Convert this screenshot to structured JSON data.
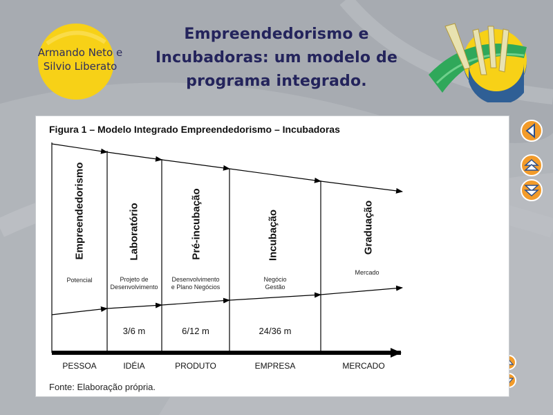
{
  "header": {
    "authors_line1": "Armando Neto e",
    "authors_line2": "Silvio Liberato",
    "title_line1": "Empreendedorismo e",
    "title_line2": "Incubadoras: um modelo de",
    "title_line3": "programa integrado."
  },
  "figure": {
    "title": "Figura 1 – Modelo Integrado Empreendedorismo – Incubadoras",
    "source": "Fonte: Elaboração própria.",
    "stages": [
      {
        "name": "Empreendedorismo",
        "detail_lines": [
          "Potencial"
        ],
        "duration": "",
        "axis": "PESSOA"
      },
      {
        "name": "Laboratório",
        "detail_lines": [
          "Projeto de",
          "Desenvolvimento"
        ],
        "duration": "3/6 m",
        "axis": "IDÉIA"
      },
      {
        "name": "Pré-incubação",
        "detail_lines": [
          "Desenvolvimento",
          "e Plano Negócios"
        ],
        "duration": "6/12 m",
        "axis": "PRODUTO"
      },
      {
        "name": "Incubação",
        "detail_lines": [
          "Negócio",
          "Gestão"
        ],
        "duration": "24/36 m",
        "axis": "EMPRESA"
      },
      {
        "name": "Graduação",
        "detail_lines": [
          "Mercado"
        ],
        "duration": "",
        "axis": "MERCADO"
      }
    ]
  },
  "colors": {
    "background": "#a7abb1",
    "title": "#24245c",
    "yellow": "#f7d117",
    "orange_button": "#f29b2a",
    "logo_green": "#2fa85a",
    "logo_blue": "#2f5f95"
  },
  "icons": {
    "prev": "left-arrow-icon",
    "up": "double-up-arrow-icon",
    "down": "double-down-arrow-icon",
    "small_up": "up-arrow-icon",
    "small_down": "down-arrow-icon"
  }
}
